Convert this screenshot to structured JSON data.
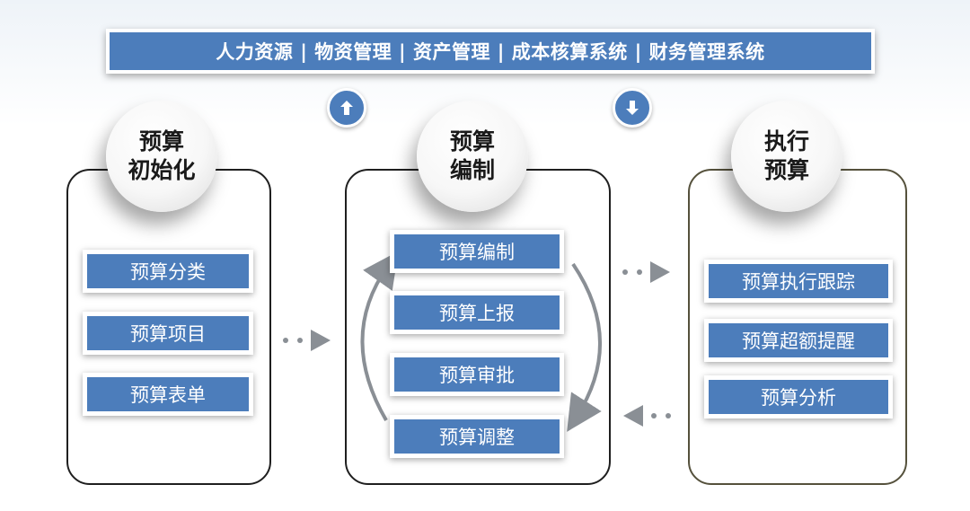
{
  "banner": {
    "text": "人力资源 | 物资管理 | 资产管理 | 成本核算系统 | 财务管理系统"
  },
  "arrows": {
    "up_icon": "arrow-up-circle-icon",
    "down_icon": "arrow-down-circle-icon"
  },
  "stages": [
    {
      "title_line1": "预算",
      "title_line2": "初始化",
      "items": [
        "预算分类",
        "预算项目",
        "预算表单"
      ]
    },
    {
      "title_line1": "预算",
      "title_line2": "编制",
      "items": [
        "预算编制",
        "预算上报",
        "预算审批",
        "预算调整"
      ]
    },
    {
      "title_line1": "执行",
      "title_line2": "预算",
      "items": [
        "预算执行跟踪",
        "预算超额提醒",
        "预算分析"
      ]
    }
  ],
  "colors": {
    "accent": "#4c7dbb",
    "connector": "#8a8f95"
  }
}
